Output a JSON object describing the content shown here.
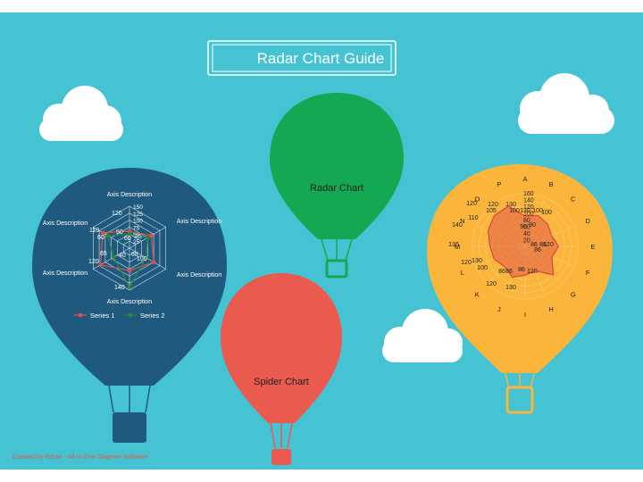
{
  "title": "Radar Chart Guide",
  "balloons": {
    "green_label": "Radar Chart",
    "red_label": "Spider Chart"
  },
  "left_radar": {
    "axis_labels": [
      "Axis Description",
      "Axis Description",
      "Axis Description",
      "Axis Description",
      "Axis Description",
      "Axis Description"
    ],
    "ticks": [
      "150",
      "125",
      "100",
      "75",
      "50",
      "25"
    ],
    "series": [
      {
        "name": "Series 1",
        "color": "#e05050",
        "values": [
          60,
          90,
          100,
          80,
          120,
          110
        ]
      },
      {
        "name": "Series 2",
        "color": "#2a8a3a",
        "values": [
          50,
          75,
          68,
          140,
          65,
          90
        ]
      }
    ],
    "value_labels_s1": [
      "120",
      "60",
      "100",
      "120",
      "60",
      "110"
    ],
    "value_labels_s2": [
      "50",
      "25",
      "68",
      "140",
      "40",
      "65"
    ]
  },
  "right_radar": {
    "letters": [
      "A",
      "B",
      "C",
      "D",
      "E",
      "F",
      "G",
      "H",
      "I",
      "J",
      "K",
      "L",
      "M",
      "N",
      "O",
      "P"
    ],
    "ticks": [
      "160",
      "140",
      "120",
      "100",
      "80",
      "60",
      "40",
      "20"
    ],
    "values": [
      90,
      100,
      95,
      85,
      100,
      86,
      120,
      80,
      86,
      100,
      86,
      100,
      105,
      120,
      130,
      130
    ],
    "extra_labels": [
      "120",
      "120",
      "130",
      "130",
      "100",
      "100",
      "100",
      "90",
      "86",
      "86",
      "86",
      "120",
      "130",
      "120",
      "100",
      "86",
      "86",
      "86",
      "120",
      "120",
      "130",
      "135",
      "140",
      "110",
      "105",
      "90"
    ]
  },
  "footer": "Created by Edraw - All-in-One Diagram Software",
  "colors": {
    "sky": "#45c3d3",
    "green": "#15a853",
    "navy": "#1f5a7e",
    "red": "#ea5a4f",
    "yellow": "#fbb53a",
    "footer": "#e05a4a"
  }
}
